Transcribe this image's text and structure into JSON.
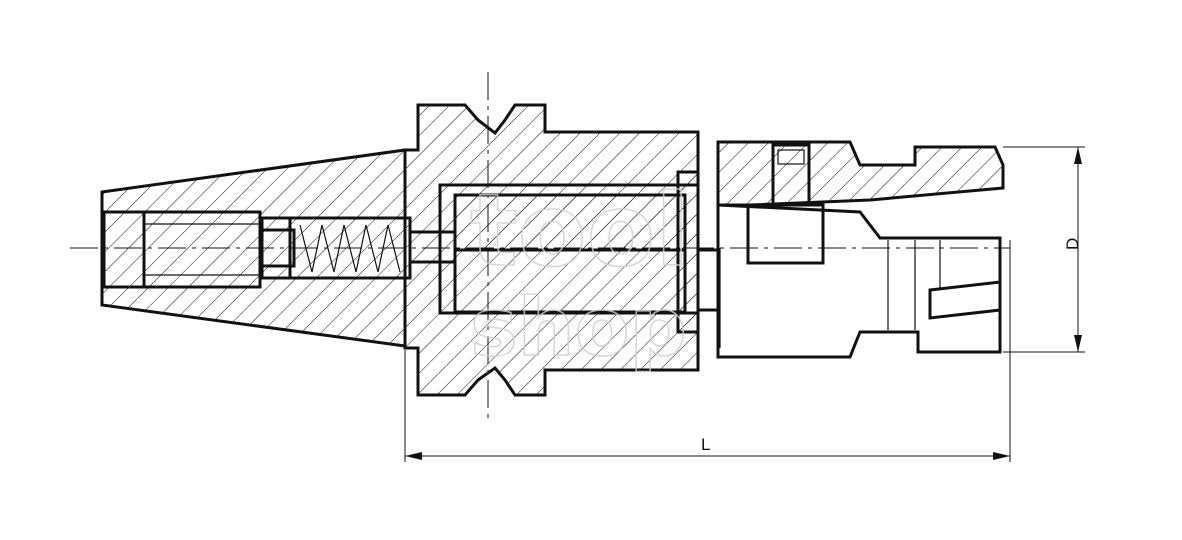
{
  "dimensions": {
    "length_label": "L",
    "diameter_label": "D"
  },
  "watermark": {
    "line1": "tool",
    "line2": "shop"
  },
  "colors": {
    "line": "#111111",
    "background": "#ffffff",
    "watermark": "#cfcfcf"
  }
}
